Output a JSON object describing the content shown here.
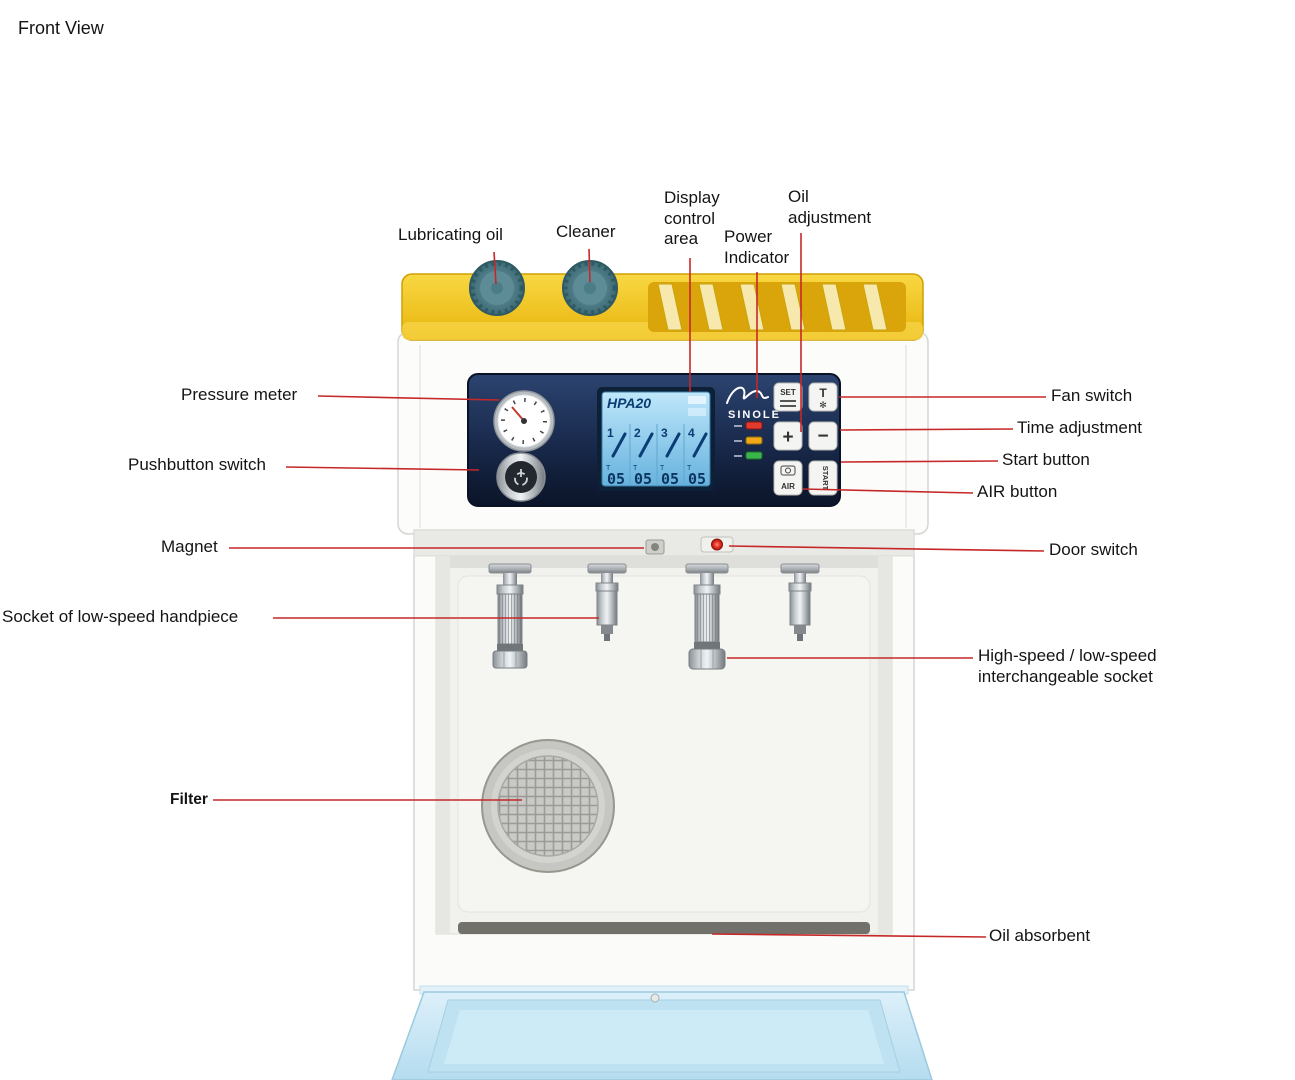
{
  "title": "Front View",
  "labels": {
    "lubricating_oil": "Lubricating oil",
    "cleaner": "Cleaner",
    "display_control_area": "Display control area",
    "power_indicator": "Power Indicator",
    "oil_adjustment": "Oil adjustment",
    "pressure_meter": "Pressure meter",
    "pushbutton_switch": "Pushbutton switch",
    "magnet": "Magnet",
    "socket_low_speed": "Socket of low-speed handpiece",
    "filter": "Filter",
    "fan_switch": "Fan switch",
    "time_adjustment": "Time adjustment",
    "start_button": "Start button",
    "air_button": "AIR button",
    "door_switch": "Door switch",
    "interchangeable_socket": "High-speed / low-speed interchangeable socket",
    "oil_absorbent": "Oil absorbent"
  },
  "panel": {
    "display": {
      "model": "HPA20",
      "channels": [
        "1",
        "2",
        "3",
        "4"
      ],
      "t_label": "T",
      "times": [
        "05",
        "05",
        "05",
        "05"
      ]
    },
    "brand": {
      "name": "SINOLE"
    },
    "buttons": {
      "set": "SET",
      "fan": "T",
      "fan_icon": "✻",
      "plus": "+",
      "minus": "−",
      "air": "AIR",
      "start": "START"
    }
  },
  "colors": {
    "leader_line": "#c62828",
    "tray_yellow": "#f0c214",
    "cap_teal": "#4c7d88",
    "panel_navy": "#14213d",
    "lcd_blue": "#8fcdec",
    "door_blue": "#c3e4f4",
    "led_red": "#e23b2e",
    "led_amber": "#f0a818",
    "led_green": "#3bb54a"
  }
}
